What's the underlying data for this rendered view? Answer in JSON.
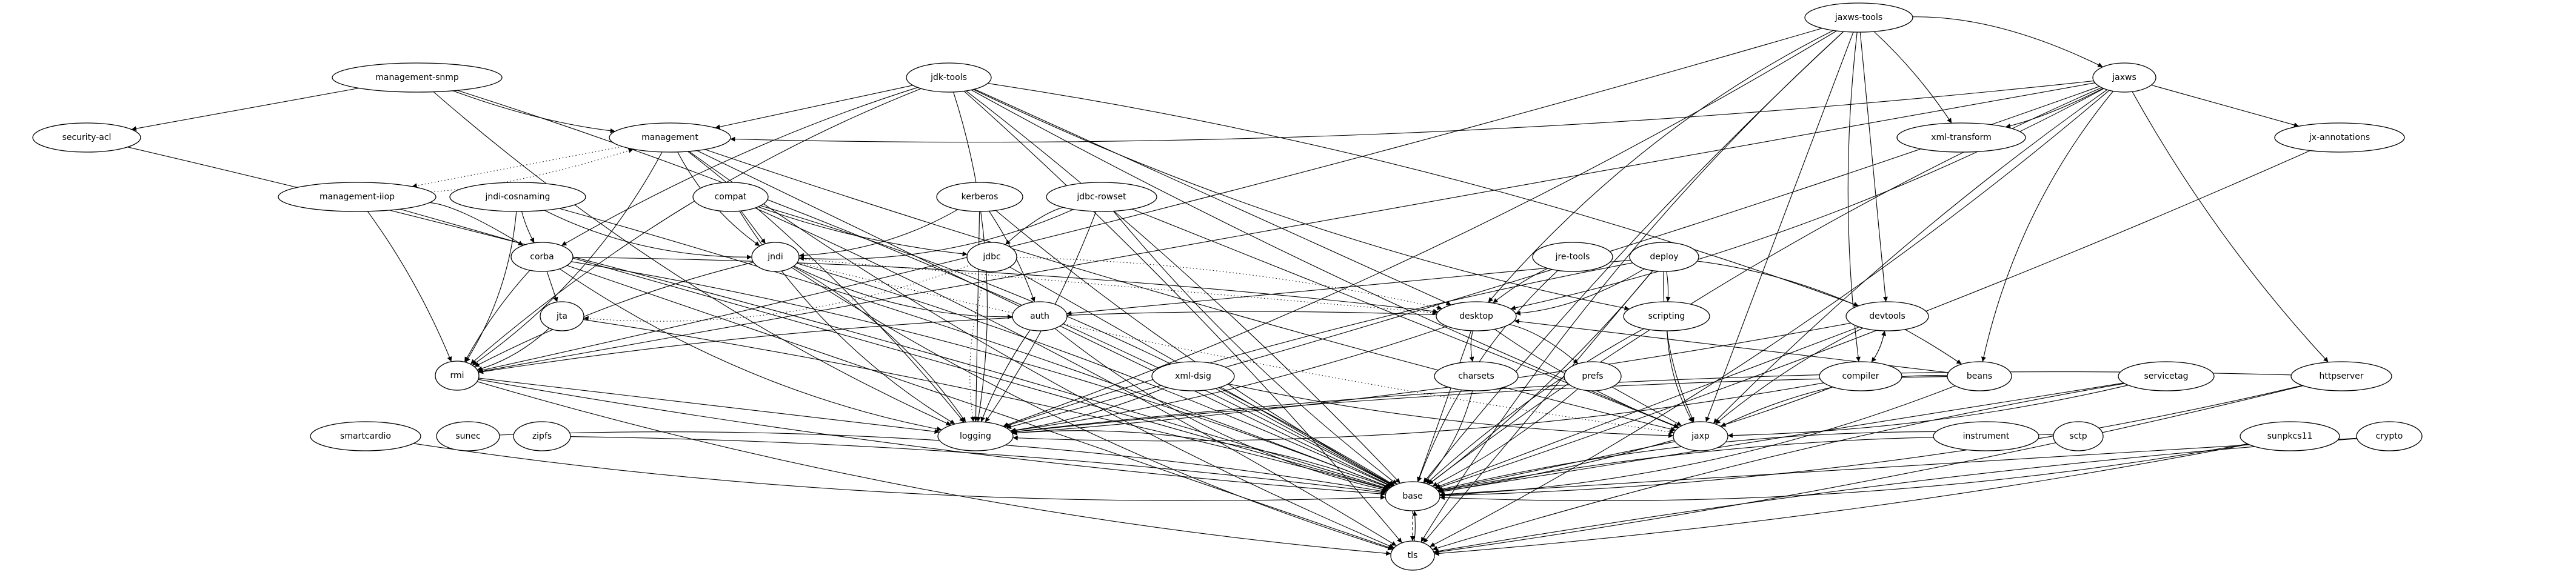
{
  "graph": {
    "colors": {
      "background": "#ffffff",
      "stroke": "#000000",
      "text": "#000000"
    },
    "nodes": [
      {
        "id": "jaxws-tools",
        "label": "jaxws-tools"
      },
      {
        "id": "management-snmp",
        "label": "management-snmp"
      },
      {
        "id": "jdk-tools",
        "label": "jdk-tools"
      },
      {
        "id": "jaxws",
        "label": "jaxws"
      },
      {
        "id": "security-acl",
        "label": "security-acl"
      },
      {
        "id": "management",
        "label": "management"
      },
      {
        "id": "xml-transform",
        "label": "xml-transform"
      },
      {
        "id": "jx-annotations",
        "label": "jx-annotations"
      },
      {
        "id": "management-iiop",
        "label": "management-iiop"
      },
      {
        "id": "jndi-cosnaming",
        "label": "jndi-cosnaming"
      },
      {
        "id": "compat",
        "label": "compat"
      },
      {
        "id": "kerberos",
        "label": "kerberos"
      },
      {
        "id": "jdbc-rowset",
        "label": "jdbc-rowset"
      },
      {
        "id": "corba",
        "label": "corba"
      },
      {
        "id": "jndi",
        "label": "jndi"
      },
      {
        "id": "jdbc",
        "label": "jdbc"
      },
      {
        "id": "jre-tools",
        "label": "jre-tools"
      },
      {
        "id": "deploy",
        "label": "deploy"
      },
      {
        "id": "jta",
        "label": "jta"
      },
      {
        "id": "auth",
        "label": "auth"
      },
      {
        "id": "desktop",
        "label": "desktop"
      },
      {
        "id": "scripting",
        "label": "scripting"
      },
      {
        "id": "devtools",
        "label": "devtools"
      },
      {
        "id": "rmi",
        "label": "rmi"
      },
      {
        "id": "xml-dsig",
        "label": "xml-dsig"
      },
      {
        "id": "charsets",
        "label": "charsets"
      },
      {
        "id": "prefs",
        "label": "prefs"
      },
      {
        "id": "compiler",
        "label": "compiler"
      },
      {
        "id": "beans",
        "label": "beans"
      },
      {
        "id": "servicetag",
        "label": "servicetag"
      },
      {
        "id": "httpserver",
        "label": "httpserver"
      },
      {
        "id": "smartcardio",
        "label": "smartcardio"
      },
      {
        "id": "sunec",
        "label": "sunec"
      },
      {
        "id": "zipfs",
        "label": "zipfs"
      },
      {
        "id": "logging",
        "label": "logging"
      },
      {
        "id": "jaxp",
        "label": "jaxp"
      },
      {
        "id": "instrument",
        "label": "instrument"
      },
      {
        "id": "sctp",
        "label": "sctp"
      },
      {
        "id": "sunpkcs11",
        "label": "sunpkcs11"
      },
      {
        "id": "crypto",
        "label": "crypto"
      },
      {
        "id": "base",
        "label": "base"
      },
      {
        "id": "tls",
        "label": "tls"
      }
    ],
    "edges": [
      {
        "from": "jaxws-tools",
        "to": "jaxws",
        "style": "solid"
      },
      {
        "from": "jaxws-tools",
        "to": "xml-transform",
        "style": "solid"
      },
      {
        "from": "jaxws-tools",
        "to": "devtools",
        "style": "solid"
      },
      {
        "from": "jaxws-tools",
        "to": "compiler",
        "style": "solid"
      },
      {
        "from": "jaxws-tools",
        "to": "desktop",
        "style": "solid"
      },
      {
        "from": "jaxws-tools",
        "to": "logging",
        "style": "solid"
      },
      {
        "from": "jaxws-tools",
        "to": "rmi",
        "style": "solid"
      },
      {
        "from": "jaxws-tools",
        "to": "jaxp",
        "style": "solid"
      },
      {
        "from": "jaxws-tools",
        "to": "base",
        "style": "solid"
      },
      {
        "from": "jaxws-tools",
        "to": "tls",
        "style": "solid"
      },
      {
        "from": "jaxws",
        "to": "management",
        "style": "solid"
      },
      {
        "from": "jaxws",
        "to": "xml-transform",
        "style": "solid"
      },
      {
        "from": "jaxws",
        "to": "jx-annotations",
        "style": "solid"
      },
      {
        "from": "jaxws",
        "to": "httpserver",
        "style": "solid"
      },
      {
        "from": "jaxws",
        "to": "beans",
        "style": "solid"
      },
      {
        "from": "jaxws",
        "to": "desktop",
        "style": "solid"
      },
      {
        "from": "jaxws",
        "to": "logging",
        "style": "solid"
      },
      {
        "from": "jaxws",
        "to": "rmi",
        "style": "solid"
      },
      {
        "from": "jaxws",
        "to": "jaxp",
        "style": "solid"
      },
      {
        "from": "jaxws",
        "to": "base",
        "style": "solid"
      },
      {
        "from": "jaxws",
        "to": "tls",
        "style": "solid"
      },
      {
        "from": "jx-annotations",
        "to": "base",
        "style": "solid"
      },
      {
        "from": "jdk-tools",
        "to": "management",
        "style": "solid"
      },
      {
        "from": "jdk-tools",
        "to": "corba",
        "style": "solid"
      },
      {
        "from": "jdk-tools",
        "to": "rmi",
        "style": "solid"
      },
      {
        "from": "jdk-tools",
        "to": "logging",
        "style": "solid"
      },
      {
        "from": "jdk-tools",
        "to": "base",
        "style": "solid"
      },
      {
        "from": "jdk-tools",
        "to": "desktop",
        "style": "solid"
      },
      {
        "from": "jdk-tools",
        "to": "jaxp",
        "style": "solid"
      },
      {
        "from": "jdk-tools",
        "to": "scripting",
        "style": "solid"
      },
      {
        "from": "jdk-tools",
        "to": "devtools",
        "style": "solid"
      },
      {
        "from": "jdk-tools",
        "to": "tls",
        "style": "solid"
      },
      {
        "from": "management-snmp",
        "to": "security-acl",
        "style": "solid"
      },
      {
        "from": "management-snmp",
        "to": "management",
        "style": "solid"
      },
      {
        "from": "management-snmp",
        "to": "logging",
        "style": "solid"
      },
      {
        "from": "management-snmp",
        "to": "base",
        "style": "solid"
      },
      {
        "from": "security-acl",
        "to": "base",
        "style": "solid"
      },
      {
        "from": "management",
        "to": "management-iiop",
        "style": "dotted"
      },
      {
        "from": "management-iiop",
        "to": "management",
        "style": "dotted"
      },
      {
        "from": "management",
        "to": "jndi",
        "style": "solid"
      },
      {
        "from": "management",
        "to": "rmi",
        "style": "solid"
      },
      {
        "from": "management",
        "to": "logging",
        "style": "solid"
      },
      {
        "from": "management",
        "to": "base",
        "style": "solid"
      },
      {
        "from": "management",
        "to": "jaxp",
        "style": "solid"
      },
      {
        "from": "management",
        "to": "tls",
        "style": "solid"
      },
      {
        "from": "management-iiop",
        "to": "corba",
        "style": "solid"
      },
      {
        "from": "management-iiop",
        "to": "rmi",
        "style": "solid"
      },
      {
        "from": "management-iiop",
        "to": "base",
        "style": "solid"
      },
      {
        "from": "jndi-cosnaming",
        "to": "corba",
        "style": "solid"
      },
      {
        "from": "jndi-cosnaming",
        "to": "jndi",
        "style": "solid"
      },
      {
        "from": "jndi-cosnaming",
        "to": "rmi",
        "style": "solid"
      },
      {
        "from": "jndi-cosnaming",
        "to": "base",
        "style": "solid"
      },
      {
        "from": "compat",
        "to": "jndi",
        "style": "solid"
      },
      {
        "from": "compat",
        "to": "jdbc",
        "style": "solid"
      },
      {
        "from": "compat",
        "to": "logging",
        "style": "solid"
      },
      {
        "from": "compat",
        "to": "base",
        "style": "solid"
      },
      {
        "from": "compat",
        "to": "tls",
        "style": "solid"
      },
      {
        "from": "corba",
        "to": "jta",
        "style": "solid"
      },
      {
        "from": "corba",
        "to": "rmi",
        "style": "solid"
      },
      {
        "from": "corba",
        "to": "logging",
        "style": "solid"
      },
      {
        "from": "corba",
        "to": "base",
        "style": "solid"
      },
      {
        "from": "corba",
        "to": "desktop",
        "style": "solid"
      },
      {
        "from": "corba",
        "to": "tls",
        "style": "solid"
      },
      {
        "from": "jndi",
        "to": "rmi",
        "style": "solid"
      },
      {
        "from": "jndi",
        "to": "auth",
        "style": "solid"
      },
      {
        "from": "jndi",
        "to": "logging",
        "style": "solid"
      },
      {
        "from": "jndi",
        "to": "base",
        "style": "solid"
      },
      {
        "from": "jndi",
        "to": "desktop",
        "style": "dotted"
      },
      {
        "from": "jndi",
        "to": "jaxp",
        "style": "dotted"
      },
      {
        "from": "jndi",
        "to": "tls",
        "style": "solid"
      },
      {
        "from": "jta",
        "to": "rmi",
        "style": "solid"
      },
      {
        "from": "jta",
        "to": "base",
        "style": "solid"
      },
      {
        "from": "rmi",
        "to": "logging",
        "style": "solid"
      },
      {
        "from": "rmi",
        "to": "base",
        "style": "solid"
      },
      {
        "from": "rmi",
        "to": "tls",
        "style": "solid"
      },
      {
        "from": "kerberos",
        "to": "jndi",
        "style": "solid"
      },
      {
        "from": "kerberos",
        "to": "auth",
        "style": "solid"
      },
      {
        "from": "kerberos",
        "to": "logging",
        "style": "solid"
      },
      {
        "from": "kerberos",
        "to": "base",
        "style": "solid"
      },
      {
        "from": "jdbc-rowset",
        "to": "jdbc",
        "style": "solid"
      },
      {
        "from": "jdbc-rowset",
        "to": "jndi",
        "style": "solid"
      },
      {
        "from": "jdbc-rowset",
        "to": "logging",
        "style": "solid"
      },
      {
        "from": "jdbc-rowset",
        "to": "jaxp",
        "style": "solid"
      },
      {
        "from": "jdbc-rowset",
        "to": "base",
        "style": "solid"
      },
      {
        "from": "jdbc",
        "to": "logging",
        "style": "dotted"
      },
      {
        "from": "jdbc",
        "to": "jta",
        "style": "dotted"
      },
      {
        "from": "jdbc",
        "to": "desktop",
        "style": "dotted"
      },
      {
        "from": "jdbc",
        "to": "base",
        "style": "solid"
      },
      {
        "from": "auth",
        "to": "logging",
        "style": "solid"
      },
      {
        "from": "auth",
        "to": "base",
        "style": "solid"
      },
      {
        "from": "logging",
        "to": "base",
        "style": "solid"
      },
      {
        "from": "xml-dsig",
        "to": "logging",
        "style": "solid"
      },
      {
        "from": "xml-dsig",
        "to": "base",
        "style": "solid"
      },
      {
        "from": "xml-dsig",
        "to": "jaxp",
        "style": "solid"
      },
      {
        "from": "desktop",
        "to": "charsets",
        "style": "solid"
      },
      {
        "from": "desktop",
        "to": "prefs",
        "style": "solid"
      },
      {
        "from": "desktop",
        "to": "logging",
        "style": "solid"
      },
      {
        "from": "desktop",
        "to": "base",
        "style": "solid"
      },
      {
        "from": "desktop",
        "to": "jaxp",
        "style": "solid"
      },
      {
        "from": "desktop",
        "to": "rmi",
        "style": "solid"
      },
      {
        "from": "charsets",
        "to": "base",
        "style": "solid"
      },
      {
        "from": "prefs",
        "to": "base",
        "style": "solid"
      },
      {
        "from": "prefs",
        "to": "jaxp",
        "style": "solid"
      },
      {
        "from": "jre-tools",
        "to": "desktop",
        "style": "solid"
      },
      {
        "from": "jre-tools",
        "to": "base",
        "style": "solid"
      },
      {
        "from": "deploy",
        "to": "desktop",
        "style": "solid"
      },
      {
        "from": "deploy",
        "to": "scripting",
        "style": "solid"
      },
      {
        "from": "deploy",
        "to": "auth",
        "style": "solid"
      },
      {
        "from": "deploy",
        "to": "logging",
        "style": "solid"
      },
      {
        "from": "deploy",
        "to": "jaxp",
        "style": "solid"
      },
      {
        "from": "deploy",
        "to": "beans",
        "style": "solid"
      },
      {
        "from": "deploy",
        "to": "base",
        "style": "solid"
      },
      {
        "from": "deploy",
        "to": "tls",
        "style": "solid"
      },
      {
        "from": "scripting",
        "to": "base",
        "style": "solid"
      },
      {
        "from": "scripting",
        "to": "jaxp",
        "style": "solid"
      },
      {
        "from": "devtools",
        "to": "compiler",
        "style": "solid"
      },
      {
        "from": "devtools",
        "to": "logging",
        "style": "solid"
      },
      {
        "from": "devtools",
        "to": "base",
        "style": "solid"
      },
      {
        "from": "devtools",
        "to": "jaxp",
        "style": "solid"
      },
      {
        "from": "compiler",
        "to": "devtools",
        "style": "dotted"
      },
      {
        "from": "compiler",
        "to": "logging",
        "style": "solid"
      },
      {
        "from": "compiler",
        "to": "base",
        "style": "solid"
      },
      {
        "from": "beans",
        "to": "desktop",
        "style": "solid"
      },
      {
        "from": "beans",
        "to": "logging",
        "style": "solid"
      },
      {
        "from": "beans",
        "to": "jaxp",
        "style": "solid"
      },
      {
        "from": "beans",
        "to": "base",
        "style": "solid"
      },
      {
        "from": "servicetag",
        "to": "jaxp",
        "style": "solid"
      },
      {
        "from": "servicetag",
        "to": "base",
        "style": "solid"
      },
      {
        "from": "servicetag",
        "to": "tls",
        "style": "solid"
      },
      {
        "from": "httpserver",
        "to": "logging",
        "style": "solid"
      },
      {
        "from": "httpserver",
        "to": "base",
        "style": "solid"
      },
      {
        "from": "httpserver",
        "to": "tls",
        "style": "solid"
      },
      {
        "from": "jaxp",
        "to": "base",
        "style": "solid"
      },
      {
        "from": "instrument",
        "to": "base",
        "style": "solid"
      },
      {
        "from": "sctp",
        "to": "base",
        "style": "solid"
      },
      {
        "from": "sunpkcs11",
        "to": "base",
        "style": "solid"
      },
      {
        "from": "sunpkcs11",
        "to": "tls",
        "style": "solid"
      },
      {
        "from": "crypto",
        "to": "base",
        "style": "solid"
      },
      {
        "from": "crypto",
        "to": "tls",
        "style": "solid"
      },
      {
        "from": "smartcardio",
        "to": "base",
        "style": "solid"
      },
      {
        "from": "sunec",
        "to": "base",
        "style": "solid"
      },
      {
        "from": "zipfs",
        "to": "base",
        "style": "solid"
      },
      {
        "from": "base",
        "to": "tls",
        "style": "dashed"
      },
      {
        "from": "tls",
        "to": "base",
        "style": "solid"
      }
    ]
  }
}
